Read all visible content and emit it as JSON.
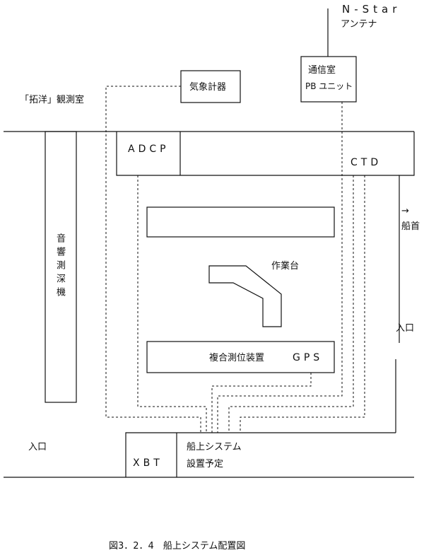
{
  "labels": {
    "nstar_line1": "N-Star",
    "nstar_line2": "アンテナ",
    "weather": "気象計器",
    "comm_line1": "通信室",
    "comm_line2": "PB ユニット",
    "observatory": "「拓洋」観測室",
    "adcp": "ADCP",
    "ctd": "CTD",
    "bow": "→ 船首",
    "workbench": "作業台",
    "sonar": "音響測深機",
    "entrance_right": "入口",
    "positioning": "複合測位装置",
    "gps": "GPS",
    "entrance_left": "入口",
    "xbt": "XBT",
    "system_line1": "船上システム",
    "system_line2": "設置予定",
    "caption": "図3．2．4　船上システム配置図"
  },
  "colors": {
    "line": "#111111",
    "background": "#ffffff"
  }
}
